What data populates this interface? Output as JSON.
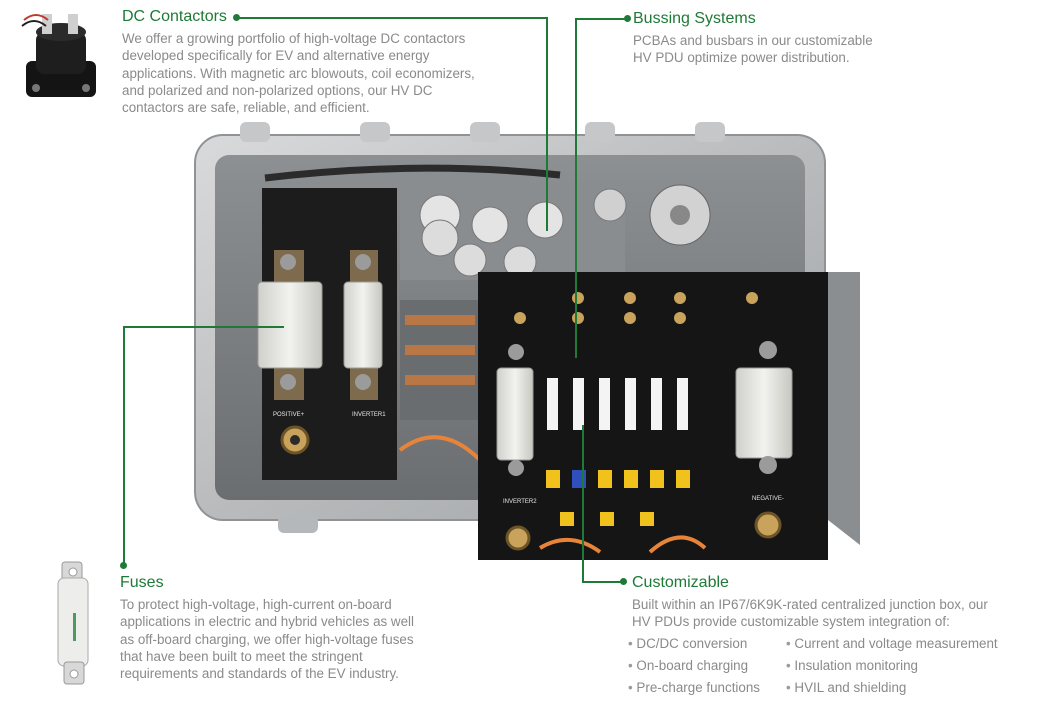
{
  "dc_contactors": {
    "title": "DC Contactors",
    "lines": [
      "We offer a growing portfolio of high-voltage DC contactors",
      "developed specifically for EV and alternative energy",
      "applications. With magnetic arc blowouts, coil economizers,",
      "and polarized and non-polarized options, our HV DC",
      "contactors are safe, reliable, and efficient."
    ]
  },
  "bussing": {
    "title": "Bussing Systems",
    "lines": [
      "PCBAs and busbars in our customizable",
      "HV PDU optimize power distribution."
    ]
  },
  "fuses": {
    "title": "Fuses",
    "lines": [
      "To protect high-voltage, high-current on-board",
      "applications in electric and hybrid vehicles as well",
      "as off-board charging, we offer high-voltage fuses",
      "that have been built to meet the stringent",
      "requirements and standards of the EV industry."
    ]
  },
  "customizable": {
    "title": "Customizable",
    "lines": [
      "Built within an IP67/6K9K-rated centralized junction box, our",
      "HV PDUs provide customizable system integration of:"
    ],
    "bullets": [
      "DC/DC conversion",
      "Current and voltage measurement",
      "On-board charging",
      "Insulation monitoring",
      "Pre-charge functions",
      "HVIL and shielding"
    ]
  },
  "board_labels": {
    "positive": "POSITIVE+",
    "inverter1": "INVERTER1",
    "inverter2": "INVERTER2",
    "negative": "NEGATIVE-"
  },
  "colors": {
    "accent_green": "#1e7a36",
    "body_gray": "#8a8a8a"
  }
}
